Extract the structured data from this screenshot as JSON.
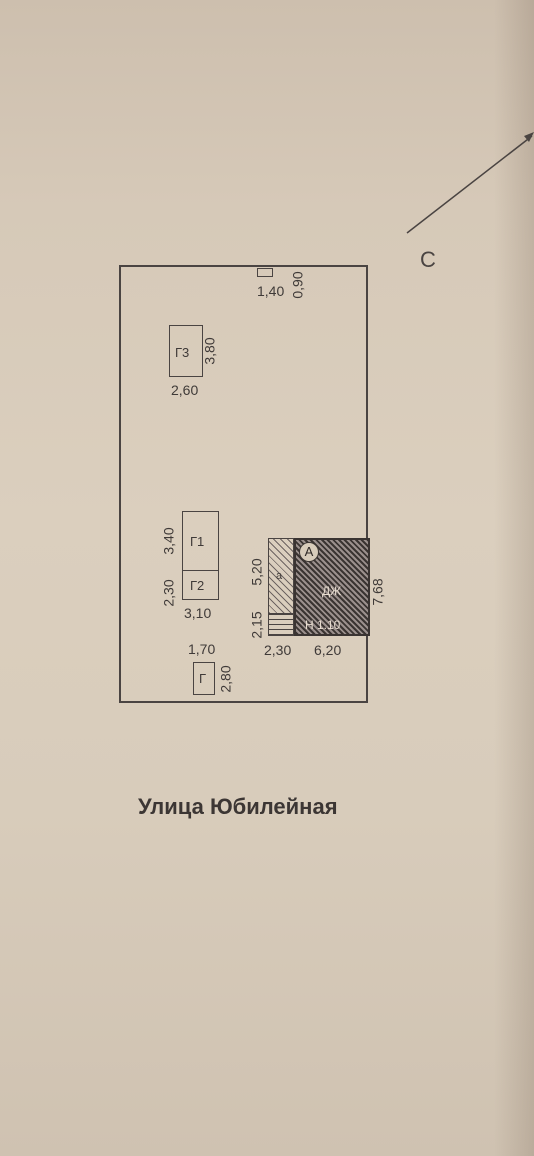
{
  "north": {
    "label": "С"
  },
  "plot": {
    "top_dims": {
      "width": "1,40",
      "depth": "0,90"
    },
    "g3": {
      "letter": "Г3",
      "width": "2,60",
      "depth": "3,80"
    },
    "g1": {
      "letter": "Г1",
      "depth": "3,40"
    },
    "g2": {
      "letter": "Г2",
      "width": "3,10",
      "depth": "2,30"
    },
    "g": {
      "letter": "Г",
      "width": "1,70",
      "depth": "2,80"
    },
    "house": {
      "marker": "А",
      "zone_label": "ДЖ",
      "floors_label": "Н 1.10",
      "width": "6,20",
      "depth": "7,68",
      "veranda_letter": "а",
      "veranda_width": "2,30",
      "veranda_depth": "5,20",
      "porch_depth": "2,15"
    }
  },
  "street": {
    "name": "Улица Юбилейная"
  }
}
